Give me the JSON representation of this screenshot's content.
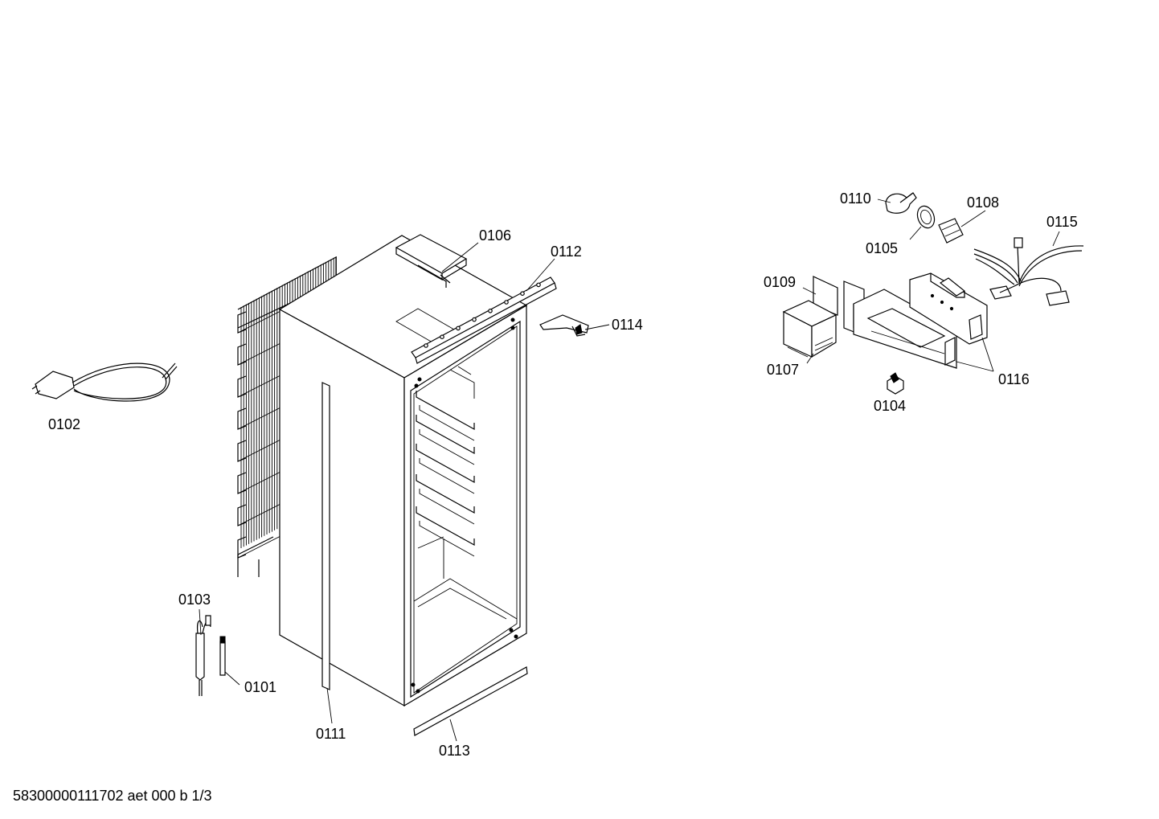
{
  "labels": {
    "p0101": "0101",
    "p0102": "0102",
    "p0103": "0103",
    "p0104": "0104",
    "p0105": "0105",
    "p0106": "0106",
    "p0107": "0107",
    "p0108": "0108",
    "p0109": "0109",
    "p0110": "0110",
    "p0111": "0111",
    "p0112": "0112",
    "p0113": "0113",
    "p0114": "0114",
    "p0115": "0115",
    "p0116": "0116"
  },
  "footer": {
    "drawing_ref": "58300000111702 aet 000 b 1/3"
  }
}
